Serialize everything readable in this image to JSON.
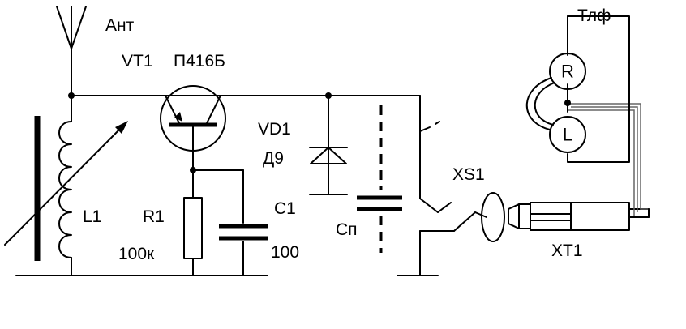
{
  "labels": {
    "antenna": "Ант",
    "transistor_ref": "VT1",
    "transistor_type": "П416Б",
    "diode_ref": "VD1",
    "diode_type": "Д9",
    "capacitor_ref": "C1",
    "capacitor_value": "100",
    "variable_cap": "Сп",
    "inductor_ref": "L1",
    "resistor_ref": "R1",
    "resistor_value": "100к",
    "socket_ref": "XS1",
    "plug_ref": "XT1",
    "phones": "Тлф",
    "phone_right": "R",
    "phone_left": "L"
  },
  "colors": {
    "ink": "#000000",
    "background": "#ffffff",
    "cord": "#666666"
  }
}
